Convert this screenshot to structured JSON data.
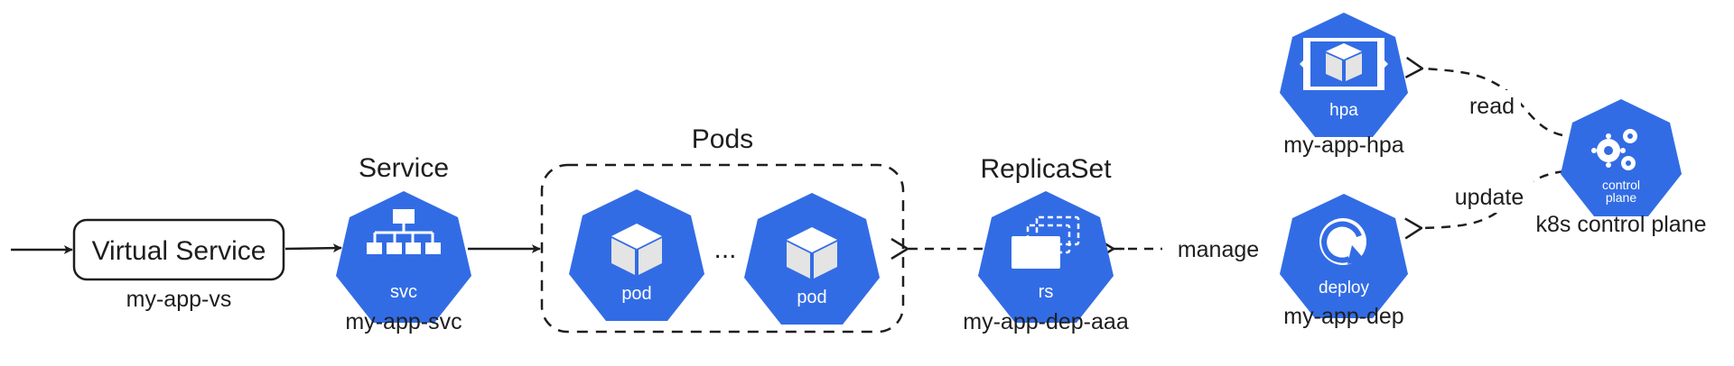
{
  "virtual_service": {
    "label": "Virtual Service",
    "name": "my-app-vs"
  },
  "service": {
    "title": "Service",
    "icon_label": "svc",
    "name": "my-app-svc"
  },
  "pods": {
    "title": "Pods",
    "ellipsis": "...",
    "items": [
      {
        "icon_label": "pod"
      },
      {
        "icon_label": "pod"
      }
    ]
  },
  "replicaset": {
    "title": "ReplicaSet",
    "icon_label": "rs",
    "name": "my-app-dep-aaa"
  },
  "deployment": {
    "icon_label": "deploy",
    "name": "my-app-dep"
  },
  "hpa": {
    "icon_label": "hpa",
    "name": "my-app-hpa"
  },
  "control_plane": {
    "icon_label_line1": "control",
    "icon_label_line2": "plane",
    "name": "k8s control plane"
  },
  "edges": {
    "manage": "manage",
    "read": "read",
    "update": "update"
  },
  "colors": {
    "k8s_blue": "#326ce5",
    "stroke": "#1e1e1e",
    "icon_white": "#ffffff",
    "cube_face": "#e4e4e4"
  }
}
